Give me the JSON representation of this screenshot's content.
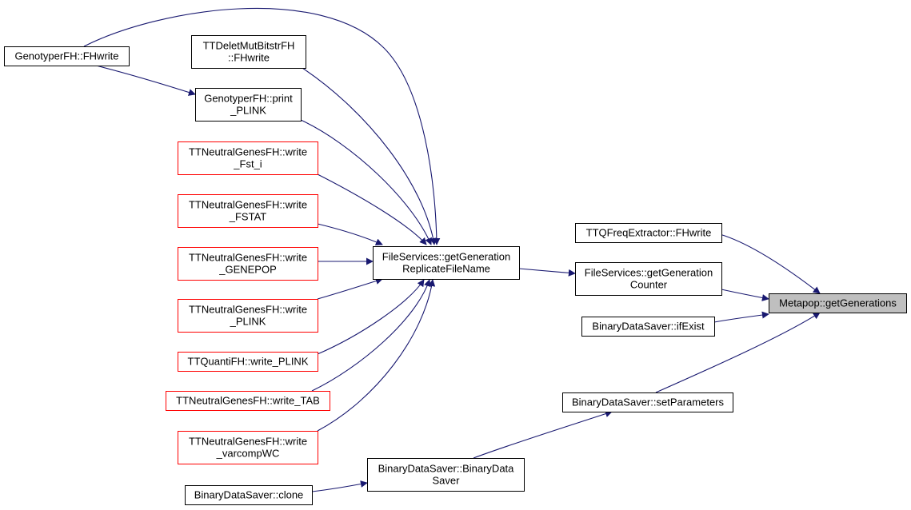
{
  "colors": {
    "edge": "#191970",
    "box_normal": "#000000",
    "box_truncated": "#ff0000",
    "root_fill": "#bfbfbf",
    "node_fill": "#ffffff"
  },
  "nodes": {
    "metapop_getgenerations": {
      "lines": [
        "Metapop::getGenerations"
      ],
      "style": "root"
    },
    "ttqfreqextractor_fhwrite": {
      "lines": [
        "TTQFreqExtractor::FHwrite"
      ],
      "style": "normal"
    },
    "fileservices_getgenerationcounter": {
      "lines": [
        "FileServices::getGeneration",
        "Counter"
      ],
      "style": "normal"
    },
    "binarydatasaver_ifexist": {
      "lines": [
        "BinaryDataSaver::ifExist"
      ],
      "style": "normal"
    },
    "binarydatasaver_setparameters": {
      "lines": [
        "BinaryDataSaver::setParameters"
      ],
      "style": "normal"
    },
    "fileservices_getgenerationreplicatefilename": {
      "lines": [
        "FileServices::getGeneration",
        "ReplicateFileName"
      ],
      "style": "normal"
    },
    "binarydatasaver_binarydatasaver": {
      "lines": [
        "BinaryDataSaver::BinaryData",
        "Saver"
      ],
      "style": "normal"
    },
    "genotyperfh_fhwrite": {
      "lines": [
        "GenotyperFH::FHwrite"
      ],
      "style": "normal"
    },
    "ttdeletmutbitstrfh_fhwrite": {
      "lines": [
        "TTDeletMutBitstrFH",
        "::FHwrite"
      ],
      "style": "normal"
    },
    "genotyperfh_print_plink": {
      "lines": [
        "GenotyperFH::print",
        "_PLINK"
      ],
      "style": "normal"
    },
    "ttneutralgenesfh_write_fst_i": {
      "lines": [
        "TTNeutralGenesFH::write",
        "_Fst_i"
      ],
      "style": "truncated"
    },
    "ttneutralgenesfh_write_fstat": {
      "lines": [
        "TTNeutralGenesFH::write",
        "_FSTAT"
      ],
      "style": "truncated"
    },
    "ttneutralgenesfh_write_genepop": {
      "lines": [
        "TTNeutralGenesFH::write",
        "_GENEPOP"
      ],
      "style": "truncated"
    },
    "ttneutralgenesfh_write_plink": {
      "lines": [
        "TTNeutralGenesFH::write",
        "_PLINK"
      ],
      "style": "truncated"
    },
    "ttquantifh_write_plink": {
      "lines": [
        "TTQuantiFH::write_PLINK"
      ],
      "style": "truncated"
    },
    "ttneutralgenesfh_write_tab": {
      "lines": [
        "TTNeutralGenesFH::write_TAB"
      ],
      "style": "truncated"
    },
    "ttneutralgenesfh_write_varcompwc": {
      "lines": [
        "TTNeutralGenesFH::write",
        "_varcompWC"
      ],
      "style": "truncated"
    },
    "binarydatasaver_clone": {
      "lines": [
        "BinaryDataSaver::clone"
      ],
      "style": "normal"
    }
  },
  "edges": [
    {
      "from": "ttqfreqextractor_fhwrite",
      "to": "metapop_getgenerations"
    },
    {
      "from": "fileservices_getgenerationcounter",
      "to": "metapop_getgenerations"
    },
    {
      "from": "binarydatasaver_ifexist",
      "to": "metapop_getgenerations"
    },
    {
      "from": "binarydatasaver_setparameters",
      "to": "metapop_getgenerations"
    },
    {
      "from": "fileservices_getgenerationreplicatefilename",
      "to": "fileservices_getgenerationcounter"
    },
    {
      "from": "binarydatasaver_binarydatasaver",
      "to": "binarydatasaver_setparameters"
    },
    {
      "from": "binarydatasaver_clone",
      "to": "binarydatasaver_binarydatasaver"
    },
    {
      "from": "genotyperfh_fhwrite",
      "to": "fileservices_getgenerationreplicatefilename"
    },
    {
      "from": "genotyperfh_fhwrite",
      "to": "genotyperfh_print_plink"
    },
    {
      "from": "ttdeletmutbitstrfh_fhwrite",
      "to": "fileservices_getgenerationreplicatefilename"
    },
    {
      "from": "genotyperfh_print_plink",
      "to": "fileservices_getgenerationreplicatefilename"
    },
    {
      "from": "ttneutralgenesfh_write_fst_i",
      "to": "fileservices_getgenerationreplicatefilename"
    },
    {
      "from": "ttneutralgenesfh_write_fstat",
      "to": "fileservices_getgenerationreplicatefilename"
    },
    {
      "from": "ttneutralgenesfh_write_genepop",
      "to": "fileservices_getgenerationreplicatefilename"
    },
    {
      "from": "ttneutralgenesfh_write_plink",
      "to": "fileservices_getgenerationreplicatefilename"
    },
    {
      "from": "ttquantifh_write_plink",
      "to": "fileservices_getgenerationreplicatefilename"
    },
    {
      "from": "ttneutralgenesfh_write_tab",
      "to": "fileservices_getgenerationreplicatefilename"
    },
    {
      "from": "ttneutralgenesfh_write_varcompwc",
      "to": "fileservices_getgenerationreplicatefilename"
    }
  ]
}
